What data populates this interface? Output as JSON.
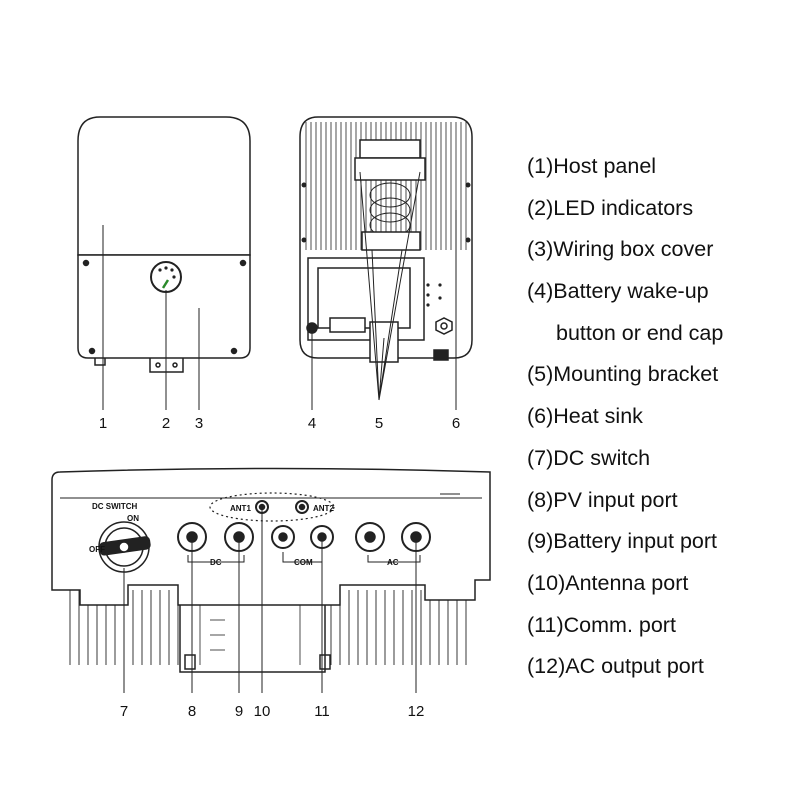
{
  "callouts": [
    "1",
    "2",
    "3",
    "4",
    "5",
    "6",
    "7",
    "8",
    "9",
    "10",
    "11",
    "12"
  ],
  "panel_labels": {
    "dc_switch": "DC SWITCH",
    "on": "ON",
    "off": "OFF",
    "ant1": "ANT1",
    "ant2": "ANT2",
    "dc": "DC",
    "com": "COM",
    "ac": "AC"
  },
  "legend": [
    {
      "text": "(1)Host panel"
    },
    {
      "text": "(2)LED indicators"
    },
    {
      "text": "(3)Wiring box cover"
    },
    {
      "text": "(4)Battery wake-up",
      "continuation": "button or end cap"
    },
    {
      "text": "(5)Mounting bracket"
    },
    {
      "text": "(6)Heat sink"
    },
    {
      "text": "(7)DC switch"
    },
    {
      "text": "(8)PV input port"
    },
    {
      "text": "(9)Battery input port"
    },
    {
      "text": "(10)Antenna port"
    },
    {
      "text": "(11)Comm. port"
    },
    {
      "text": "(12)AC output port"
    }
  ]
}
